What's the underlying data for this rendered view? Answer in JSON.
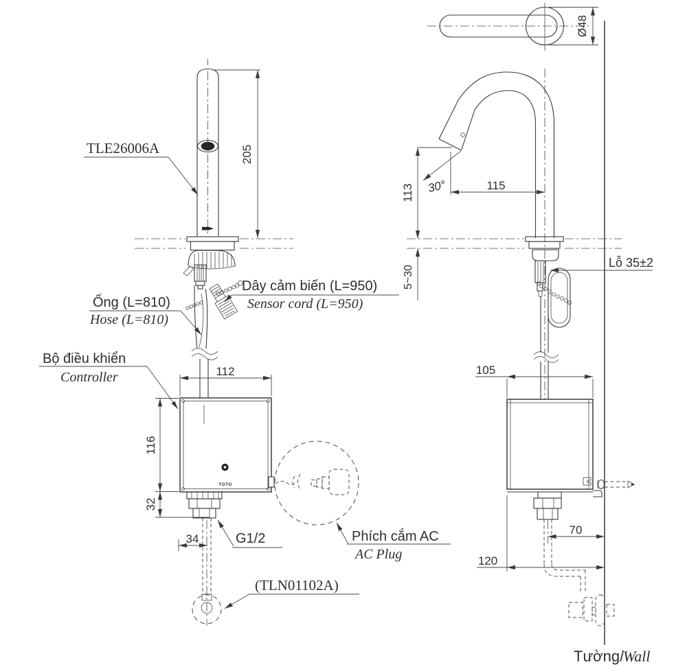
{
  "drawing": {
    "product_code": "TLE26006A",
    "related_code": "(TLN01102A)",
    "brand_logo": "TOTO",
    "labels": {
      "sensor_cord_vi": "Dây cảm biến (L=950)",
      "sensor_cord_en": "Sensor cord (L=950)",
      "hose_vi": "Ống (L=810)",
      "hose_en": "Hose (L=810)",
      "controller_vi": "Bộ điều khiển",
      "controller_en": "Controller",
      "ac_plug_vi": "Phích cắm AC",
      "ac_plug_en": "AC Plug",
      "thread": "G1/2",
      "hole": "Lỗ 35±2",
      "wall_vi": "Tường/",
      "wall_en": "Wall"
    },
    "dims": {
      "spout_height": "205",
      "controller_width": "112",
      "controller_height": "116",
      "shank_length": "32",
      "hose_offset": "34",
      "tip_height": "113",
      "spout_reach": "115",
      "spout_angle": "30°",
      "base_dia": "Ø48",
      "deck_thickness": "5~30",
      "controller_depth": "105",
      "pipe_to_wall": "70",
      "controller_to_wall": "120"
    }
  },
  "colors": {
    "line": "#3a3a3a",
    "text": "#2e2e2e",
    "background": "#ffffff"
  }
}
